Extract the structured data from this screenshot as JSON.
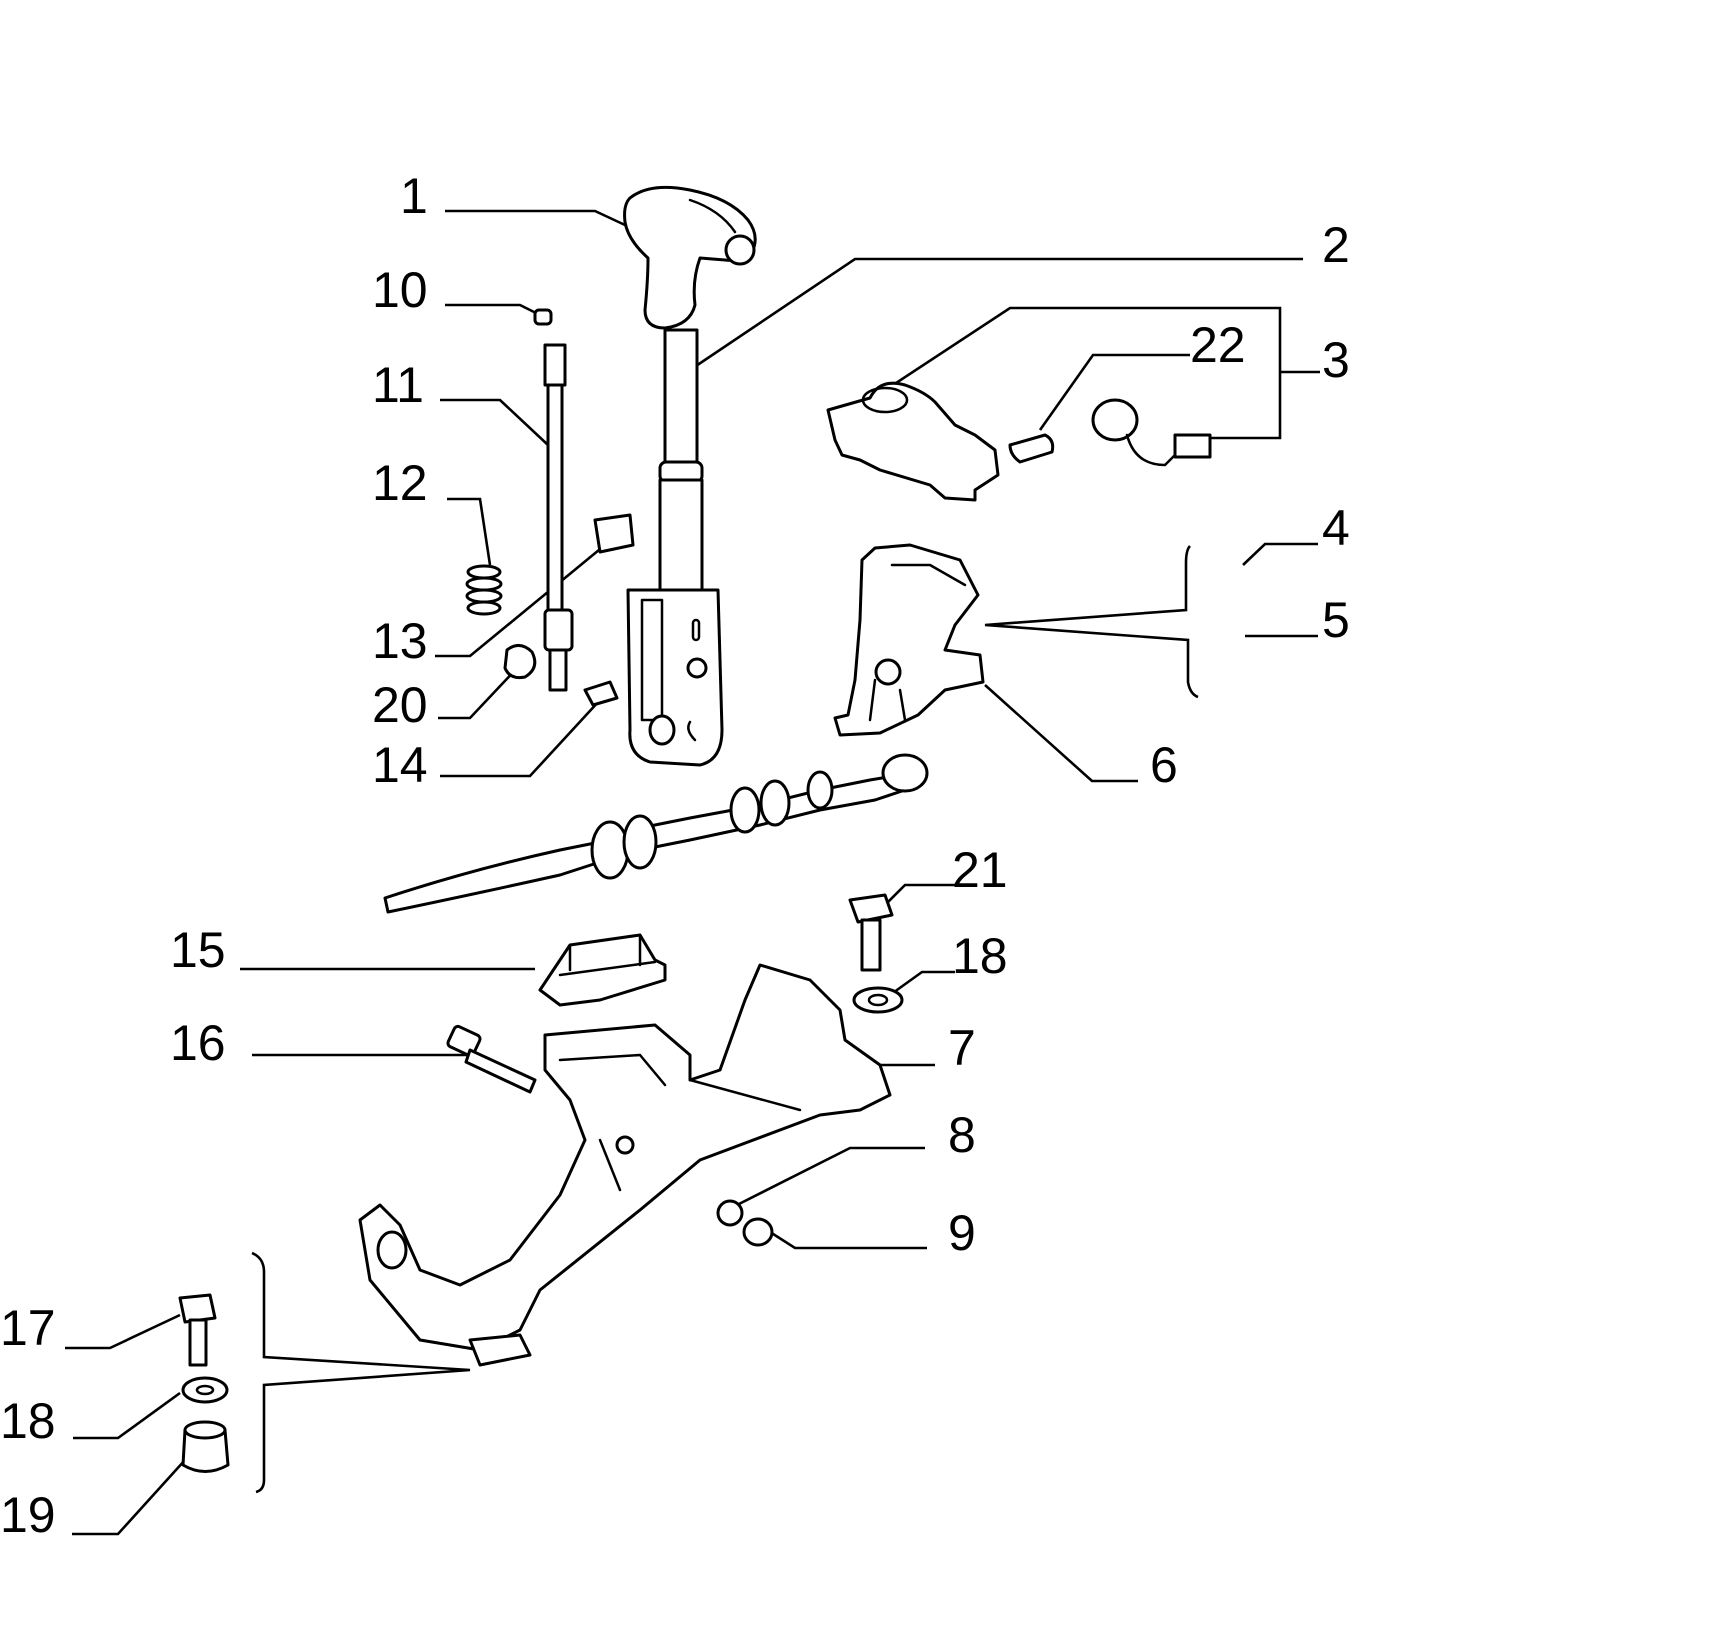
{
  "callouts": {
    "c1": "1",
    "c2": "2",
    "c3": "3",
    "c4": "4",
    "c5": "5",
    "c6": "6",
    "c7": "7",
    "c8": "8",
    "c9": "9",
    "c10": "10",
    "c11": "11",
    "c12": "12",
    "c13": "13",
    "c14": "14",
    "c15": "15",
    "c16": "16",
    "c17": "17",
    "c18a": "18",
    "c18b": "18",
    "c19": "19",
    "c20": "20",
    "c21": "21",
    "c22": "22"
  },
  "colors": {
    "ink": "#000000",
    "paper": "#ffffff"
  }
}
